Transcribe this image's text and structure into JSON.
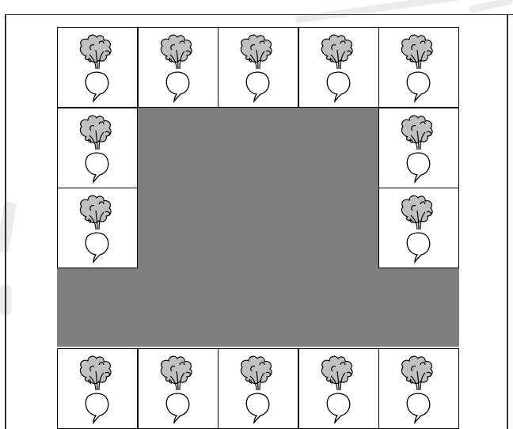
{
  "puzzle": {
    "grid_rows": 5,
    "grid_cols": 5,
    "cell_picture": "turnip-icon",
    "picture_cells": [
      [
        0,
        0
      ],
      [
        0,
        1
      ],
      [
        0,
        2
      ],
      [
        0,
        3
      ],
      [
        0,
        4
      ],
      [
        1,
        0
      ],
      [
        1,
        4
      ],
      [
        2,
        0
      ],
      [
        2,
        4
      ],
      [
        4,
        0
      ],
      [
        4,
        1
      ],
      [
        4,
        2
      ],
      [
        4,
        3
      ],
      [
        4,
        4
      ]
    ],
    "shaded_cells": [
      [
        1,
        1
      ],
      [
        1,
        2
      ],
      [
        1,
        3
      ],
      [
        2,
        1
      ],
      [
        2,
        2
      ],
      [
        2,
        3
      ],
      [
        3,
        0
      ],
      [
        3,
        1
      ],
      [
        3,
        2
      ],
      [
        3,
        3
      ],
      [
        3,
        4
      ]
    ],
    "shade_color": "#7f7f7f",
    "line_color": "#000000",
    "leaf_color": "#c0c0c0"
  }
}
